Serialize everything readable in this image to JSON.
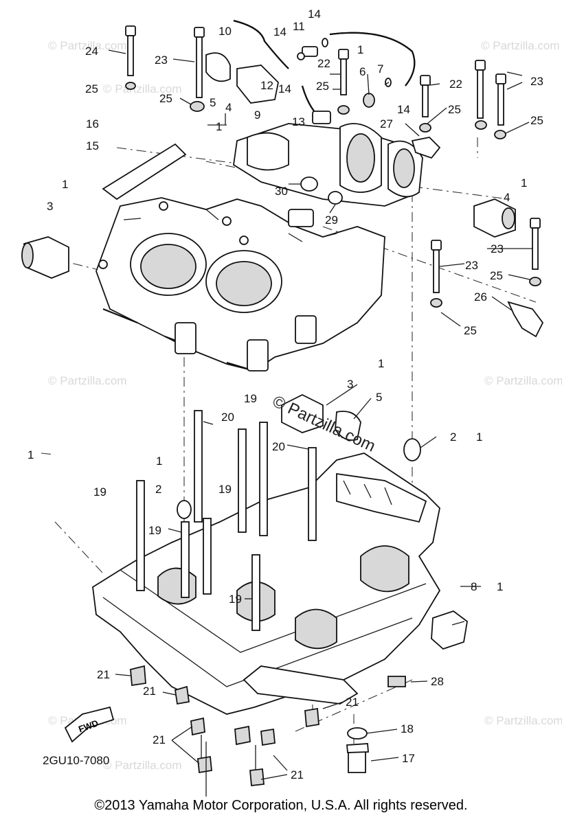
{
  "diagram": {
    "callouts": [
      {
        "id": "c24",
        "text": "24"
      },
      {
        "id": "c23a",
        "text": "23"
      },
      {
        "id": "c25a",
        "text": "25"
      },
      {
        "id": "c25b",
        "text": "25"
      },
      {
        "id": "c5a",
        "text": "5"
      },
      {
        "id": "c4a",
        "text": "4"
      },
      {
        "id": "c1a",
        "text": "1"
      },
      {
        "id": "c10",
        "text": "10"
      },
      {
        "id": "c14a",
        "text": "14"
      },
      {
        "id": "c11",
        "text": "11"
      },
      {
        "id": "c14b",
        "text": "14"
      },
      {
        "id": "c14c",
        "text": "14"
      },
      {
        "id": "c22a",
        "text": "22"
      },
      {
        "id": "c12",
        "text": "12"
      },
      {
        "id": "c9",
        "text": "9"
      },
      {
        "id": "c13",
        "text": "13"
      },
      {
        "id": "c25c",
        "text": "25"
      },
      {
        "id": "c6",
        "text": "6"
      },
      {
        "id": "c7",
        "text": "7"
      },
      {
        "id": "c1b",
        "text": "1"
      },
      {
        "id": "c14d",
        "text": "14"
      },
      {
        "id": "c22b",
        "text": "22"
      },
      {
        "id": "c23b",
        "text": "23"
      },
      {
        "id": "c25d",
        "text": "25"
      },
      {
        "id": "c25e",
        "text": "25"
      },
      {
        "id": "c27",
        "text": "27"
      },
      {
        "id": "c16",
        "text": "16"
      },
      {
        "id": "c15",
        "text": "15"
      },
      {
        "id": "c1c",
        "text": "1"
      },
      {
        "id": "c3a",
        "text": "3"
      },
      {
        "id": "c30",
        "text": "30"
      },
      {
        "id": "c29",
        "text": "29"
      },
      {
        "id": "c1d",
        "text": "1"
      },
      {
        "id": "c4b",
        "text": "4"
      },
      {
        "id": "c23c",
        "text": "23"
      },
      {
        "id": "c23d",
        "text": "23"
      },
      {
        "id": "c25f",
        "text": "25"
      },
      {
        "id": "c26",
        "text": "26"
      },
      {
        "id": "c25g",
        "text": "25"
      },
      {
        "id": "c1e",
        "text": "1"
      },
      {
        "id": "c3b",
        "text": "3"
      },
      {
        "id": "c5b",
        "text": "5"
      },
      {
        "id": "c19a",
        "text": "19"
      },
      {
        "id": "c20a",
        "text": "20"
      },
      {
        "id": "c2a",
        "text": "2"
      },
      {
        "id": "c1f",
        "text": "1"
      },
      {
        "id": "c1g",
        "text": "1"
      },
      {
        "id": "c20b",
        "text": "20"
      },
      {
        "id": "c1h",
        "text": "1"
      },
      {
        "id": "c2b",
        "text": "2"
      },
      {
        "id": "c19b",
        "text": "19"
      },
      {
        "id": "c19c",
        "text": "19"
      },
      {
        "id": "c19d",
        "text": "19"
      },
      {
        "id": "c19e",
        "text": "19"
      },
      {
        "id": "c8",
        "text": "8"
      },
      {
        "id": "c1i",
        "text": "1"
      },
      {
        "id": "c21a",
        "text": "21"
      },
      {
        "id": "c21b",
        "text": "21"
      },
      {
        "id": "c21c",
        "text": "21"
      },
      {
        "id": "c28",
        "text": "28"
      },
      {
        "id": "c21d",
        "text": "21"
      },
      {
        "id": "c18",
        "text": "18"
      },
      {
        "id": "c17",
        "text": "17"
      },
      {
        "id": "c21e",
        "text": "21"
      }
    ],
    "fwd_label": "FWD",
    "drawing_code": "2GU10-7080",
    "watermark_center": "© Partzilla.com",
    "watermark_tile": "© Partzilla.com"
  },
  "footer": {
    "copyright": "©2013 Yamaha Motor Corporation, U.S.A. All rights reserved."
  }
}
